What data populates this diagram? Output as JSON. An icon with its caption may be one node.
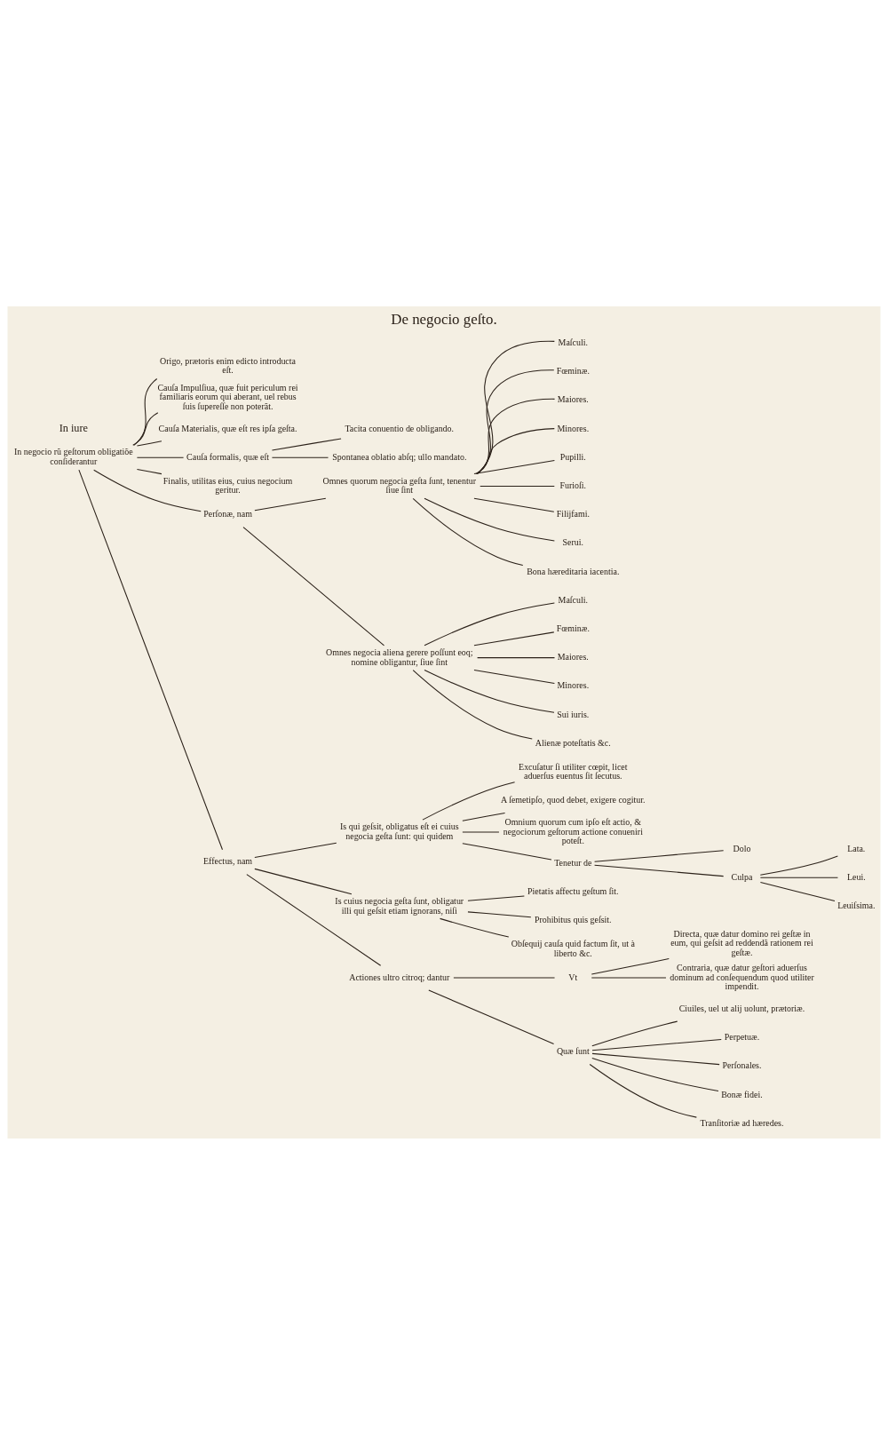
{
  "diagram": {
    "title": "De negocio geſto.",
    "nodes": [
      {
        "text": [
          "In negocio rũ geſtorum obligatiõe conſiderantur"
        ]
      },
      {
        "text": [
          "Origo, prætoris enim edicto introducta eſt."
        ]
      },
      {
        "text": [
          "Cauſa Impulſiua, quæ fuit periculum rei familiaris eorum qui aberant, uel rebus ſuis ſupereſſe non poterãt."
        ]
      },
      {
        "text": [
          "Cauſa Materialis, quæ eſt res ipſa geſta."
        ]
      },
      {
        "text": [
          "Cauſa formalis, quæ eſt"
        ]
      },
      {
        "text": [
          "Tacita conuentio de obligando."
        ]
      },
      {
        "text": [
          "Spontanea oblatio abſq; ullo mandato."
        ]
      },
      {
        "text": [
          "Finalis, utilitas eius, cuius negocium geritur."
        ]
      },
      {
        "text": [
          "Perſonæ, nam"
        ]
      },
      {
        "text": [
          "Omnes quorum negocia geſta ſunt, tenentur ſiue ſint"
        ]
      },
      {
        "text": [
          "Maſculi."
        ]
      },
      {
        "text": [
          "Fœminæ."
        ]
      },
      {
        "text": [
          "Maiores."
        ]
      },
      {
        "text": [
          "Minores."
        ]
      },
      {
        "text": [
          "Pupilli."
        ]
      },
      {
        "text": [
          "Furioſi."
        ]
      },
      {
        "text": [
          "Filijfami."
        ]
      },
      {
        "text": [
          "Serui."
        ]
      },
      {
        "text": [
          "Bona hæreditaria iacentia."
        ]
      },
      {
        "text": [
          "Omnes negocia aliena gerere poſſunt eoq; nomine obligantur, ſiue ſint"
        ]
      },
      {
        "text": [
          "Maſculi."
        ]
      },
      {
        "text": [
          "Fœminæ."
        ]
      },
      {
        "text": [
          "Maiores."
        ]
      },
      {
        "text": [
          "Minores."
        ]
      },
      {
        "text": [
          "Sui iuris."
        ]
      },
      {
        "text": [
          "Alienæ poteſtatis &c."
        ]
      },
      {
        "text": [
          "Effectus, nam"
        ]
      },
      {
        "text": [
          "Is qui geſsit, obligatus eſt ei cuius negocia geſta ſunt: qui quidem"
        ]
      },
      {
        "text": [
          "Excuſatur ſi utiliter cœpit, licet aduerſus euentus ſit ſecutus."
        ]
      },
      {
        "text": [
          "A ſemetipſo, quod debet, exigere cogitur."
        ]
      },
      {
        "text": [
          "Omnium quorum cum ipſo eſt actio, & negociorum geſtorum actione conueniri poteſt."
        ]
      },
      {
        "text": [
          "Tenetur de"
        ]
      },
      {
        "text": [
          "Dolo"
        ]
      },
      {
        "text": [
          "Culpa"
        ]
      },
      {
        "text": [
          "Lata."
        ]
      },
      {
        "text": [
          "Leui."
        ]
      },
      {
        "text": [
          "Leuiſsima."
        ]
      },
      {
        "text": [
          "Is cuius negocia geſta ſunt, obligatur illi qui geſsit etiam ignorans, niſi"
        ]
      },
      {
        "text": [
          "Pietatis affectu geſtum ſit."
        ]
      },
      {
        "text": [
          "Prohibitus quis geſsit."
        ]
      },
      {
        "text": [
          "Obſequij cauſa quid factum ſit, ut à liberto &c."
        ]
      },
      {
        "text": [
          "Actiones ultro citroq; dantur"
        ]
      },
      {
        "text": [
          "Vt"
        ]
      },
      {
        "text": [
          "Directa, quæ datur domino rei geſtæ in eum, qui geſsit ad reddendã rationem rei geſtæ."
        ]
      },
      {
        "text": [
          "Contraria, quæ datur geſtori aduerſus dominum ad conſequendum quod utiliter impendit."
        ]
      },
      {
        "text": [
          "Quæ ſunt"
        ]
      },
      {
        "text": [
          "Ciuiles, uel ut alij uolunt, prætoriæ."
        ]
      },
      {
        "text": [
          "Perpetuæ."
        ]
      },
      {
        "text": [
          "Perſonales."
        ]
      },
      {
        "text": [
          "Bonæ fidei."
        ]
      },
      {
        "text": [
          "Tranſitoriæ ad hæredes."
        ]
      }
    ],
    "edges": [
      {
        "from": 0,
        "to": 1,
        "arrow": "none"
      },
      {
        "from": 0,
        "to": 2,
        "arrow": "none"
      },
      {
        "from": 0,
        "to": 3,
        "arrow": "none"
      },
      {
        "from": 0,
        "to": 4,
        "arrow": "none"
      },
      {
        "from": 4,
        "to": 5,
        "arrow": "none"
      },
      {
        "from": 4,
        "to": 6,
        "arrow": "none"
      },
      {
        "from": 0,
        "to": 7,
        "arrow": "none"
      },
      {
        "from": 0,
        "to": 8,
        "arrow": "none"
      },
      {
        "from": 8,
        "to": 9,
        "arrow": "none"
      },
      {
        "from": 9,
        "to": 10,
        "arrow": "none"
      },
      {
        "from": 9,
        "to": 11,
        "arrow": "none"
      },
      {
        "from": 9,
        "to": 12,
        "arrow": "none"
      },
      {
        "from": 9,
        "to": 13,
        "arrow": "none"
      },
      {
        "from": 9,
        "to": 14,
        "arrow": "none"
      },
      {
        "from": 9,
        "to": 15,
        "arrow": "none"
      },
      {
        "from": 9,
        "to": 16,
        "arrow": "none"
      },
      {
        "from": 9,
        "to": 17,
        "arrow": "none"
      },
      {
        "from": 9,
        "to": 18,
        "arrow": "none"
      },
      {
        "from": 8,
        "to": 19,
        "arrow": "none"
      },
      {
        "from": 19,
        "to": 20,
        "arrow": "none"
      },
      {
        "from": 19,
        "to": 21,
        "arrow": "none"
      },
      {
        "from": 19,
        "to": 22,
        "arrow": "none"
      },
      {
        "from": 19,
        "to": 23,
        "arrow": "none"
      },
      {
        "from": 19,
        "to": 24,
        "arrow": "none"
      },
      {
        "from": 19,
        "to": 25,
        "arrow": "none"
      },
      {
        "from": 0,
        "to": 26,
        "arrow": "none"
      },
      {
        "from": 26,
        "to": 27,
        "arrow": "none"
      },
      {
        "from": 27,
        "to": 28,
        "arrow": "none"
      },
      {
        "from": 27,
        "to": 29,
        "arrow": "none"
      },
      {
        "from": 27,
        "to": 30,
        "arrow": "none"
      },
      {
        "from": 27,
        "to": 31,
        "arrow": "none"
      },
      {
        "from": 31,
        "to": 32,
        "arrow": "none"
      },
      {
        "from": 31,
        "to": 33,
        "arrow": "none"
      },
      {
        "from": 33,
        "to": 34,
        "arrow": "none"
      },
      {
        "from": 33,
        "to": 35,
        "arrow": "none"
      },
      {
        "from": 33,
        "to": 36,
        "arrow": "none"
      },
      {
        "from": 26,
        "to": 37,
        "arrow": "none"
      },
      {
        "from": 37,
        "to": 38,
        "arrow": "none"
      },
      {
        "from": 37,
        "to": 39,
        "arrow": "none"
      },
      {
        "from": 37,
        "to": 40,
        "arrow": "none"
      },
      {
        "from": 26,
        "to": 41,
        "arrow": "none"
      },
      {
        "from": 41,
        "to": 42,
        "arrow": "none"
      },
      {
        "from": 42,
        "to": 43,
        "arrow": "none"
      },
      {
        "from": 42,
        "to": 44,
        "arrow": "none"
      },
      {
        "from": 41,
        "to": 45,
        "arrow": "none"
      },
      {
        "from": 45,
        "to": 46,
        "arrow": "none"
      },
      {
        "from": 45,
        "to": 47,
        "arrow": "none"
      },
      {
        "from": 45,
        "to": 48,
        "arrow": "none"
      },
      {
        "from": 45,
        "to": 49,
        "arrow": "none"
      },
      {
        "from": 45,
        "to": 50,
        "arrow": "none"
      }
    ],
    "labels": [
      "In iure"
    ]
  }
}
